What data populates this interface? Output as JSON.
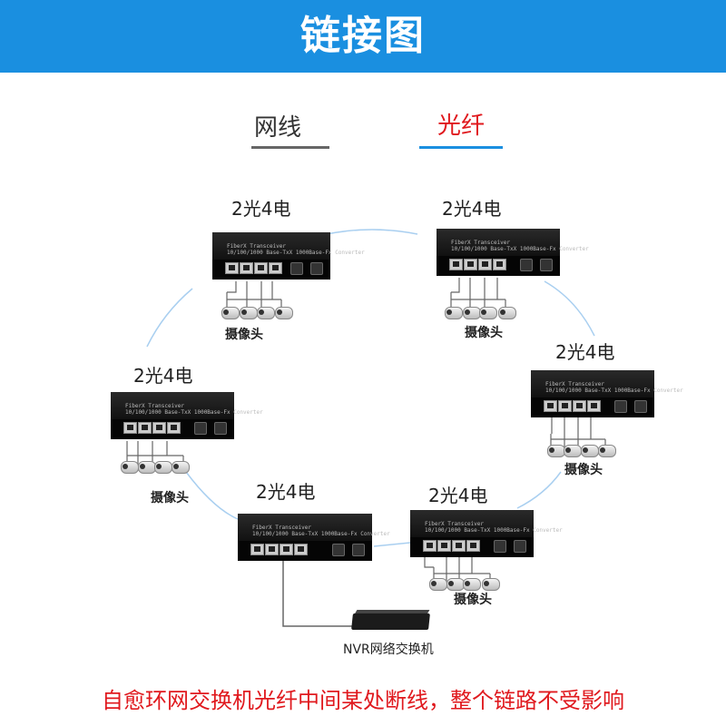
{
  "header": {
    "title": "链接图",
    "bg_color": "#1a8fe0"
  },
  "legend": {
    "wire_label": "网线",
    "wire_color": "#666666",
    "fiber_label": "光纤",
    "fiber_color": "#1a8fe0"
  },
  "devices": [
    {
      "label": "2光4电",
      "camera_label": "摄像头"
    },
    {
      "label": "2光4电",
      "camera_label": "摄像头"
    },
    {
      "label": "2光4电",
      "camera_label": "摄像头"
    },
    {
      "label": "2光4电",
      "camera_label": "摄像头"
    },
    {
      "label": "2光4电",
      "camera_label": "摄像头"
    },
    {
      "label": "2光4电"
    }
  ],
  "device_panel_text": {
    "line1": "FiberX Transceiver",
    "line2": "10/100/1000 Base-TxX 1000Base-Fx Converter"
  },
  "nvr": {
    "label": "NVR网络交换机"
  },
  "footer": {
    "note": "自愈环网交换机光纤中间某处断线，整个链路不受影响"
  }
}
